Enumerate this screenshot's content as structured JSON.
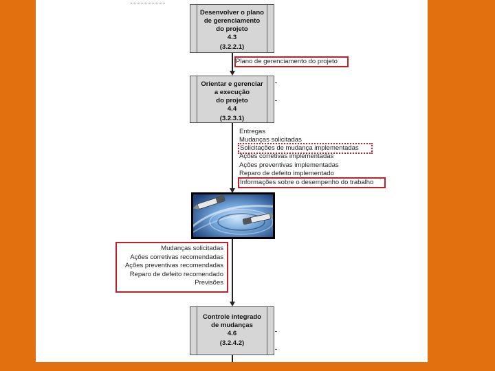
{
  "diagram": {
    "process_top": {
      "title_lines": [
        "Desenvolver o plano",
        "de gerenciamento",
        "do projeto"
      ],
      "number": "4.3",
      "code": "(3.2.2.1)"
    },
    "output_top": "Plano de gerenciamento do projeto",
    "process_middle": {
      "title_lines": [
        "Orientar e gerenciar",
        "a execução",
        "do projeto"
      ],
      "number": "4.4",
      "code": "(3.2.3.1)"
    },
    "outputs_middle": [
      "Entregas",
      "Mudanças solicitadas",
      "Solicitações de mudança implementadas",
      "Ações corretivas implementadas",
      "Ações preventivas implementadas",
      "Reparo de defeito implementado",
      "Informações sobre o desempenho do trabalho"
    ],
    "outputs_left": [
      "Mudanças solicitadas",
      "Ações corretivas recomendadas",
      "Ações preventivas recomendadas",
      "Reparo de defeito recomendado",
      "Previsões"
    ],
    "process_bottom": {
      "title_lines": [
        "Controle integrado",
        "de mudanças"
      ],
      "number": "4.6",
      "code": "(3.2.4.2)"
    }
  },
  "colors": {
    "background": "#e2700f",
    "highlight": "#c0202a",
    "process_fill": "#d6d6d6"
  }
}
